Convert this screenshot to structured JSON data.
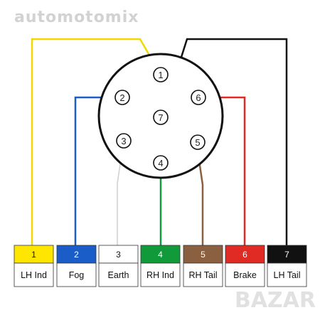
{
  "watermark": {
    "top": "automotomix",
    "bottom": "BAZAR"
  },
  "pins": [
    {
      "num": "1",
      "name": "LH Ind",
      "color": "#ffe600",
      "text_color": "#111111"
    },
    {
      "num": "2",
      "name": "Fog",
      "color": "#1a5cc8",
      "text_color": "#ffffff"
    },
    {
      "num": "3",
      "name": "Earth",
      "color": "#ffffff",
      "text_color": "#111111"
    },
    {
      "num": "4",
      "name": "RH Ind",
      "color": "#119a3a",
      "text_color": "#ffffff"
    },
    {
      "num": "5",
      "name": "RH Tail",
      "color": "#8a6040",
      "text_color": "#ffffff"
    },
    {
      "num": "6",
      "name": "Brake",
      "color": "#e02a24",
      "text_color": "#ffffff"
    },
    {
      "num": "7",
      "name": "LH Tail",
      "color": "#111111",
      "text_color": "#ffffff"
    }
  ],
  "wire_colors": {
    "1": "#f2d800",
    "2": "#1a5cc8",
    "3": "#cfcfcf",
    "4": "#119a3a",
    "5": "#8a6040",
    "6": "#e02a24",
    "7": "#111111"
  }
}
